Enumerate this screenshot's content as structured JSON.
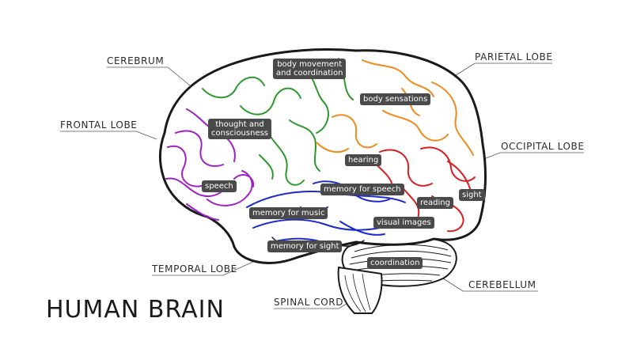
{
  "title": "HUMAN BRAIN",
  "lobes": {
    "cerebrum": "CEREBRUM",
    "frontal": "FRONTAL LOBE",
    "temporal": "TEMPORAL LOBE",
    "spinal": "SPINAL CORD",
    "parietal": "PARIETAL LOBE",
    "occipital": "OCCIPITAL LOBE",
    "cerebellum": "CEREBELLUM"
  },
  "functions": {
    "body_movement_1": "body movement",
    "body_movement_2": "and coordination",
    "body_sensations": "body sensations",
    "thought_1": "thought and",
    "thought_2": "consciousness",
    "hearing": "hearing",
    "speech": "speech",
    "memory_speech": "memory for speech",
    "sight": "sight",
    "reading": "reading",
    "memory_music": "memory for music",
    "visual_images": "visual images",
    "memory_sight": "memory for sight",
    "coordination": "coordination"
  },
  "colors": {
    "frontal": "#a020c8",
    "motor": "#2a9a2a",
    "parietal": "#f08a1c",
    "occipital": "#d81e1e",
    "temporal": "#1c2cc8",
    "outline": "#1a1a1a"
  }
}
